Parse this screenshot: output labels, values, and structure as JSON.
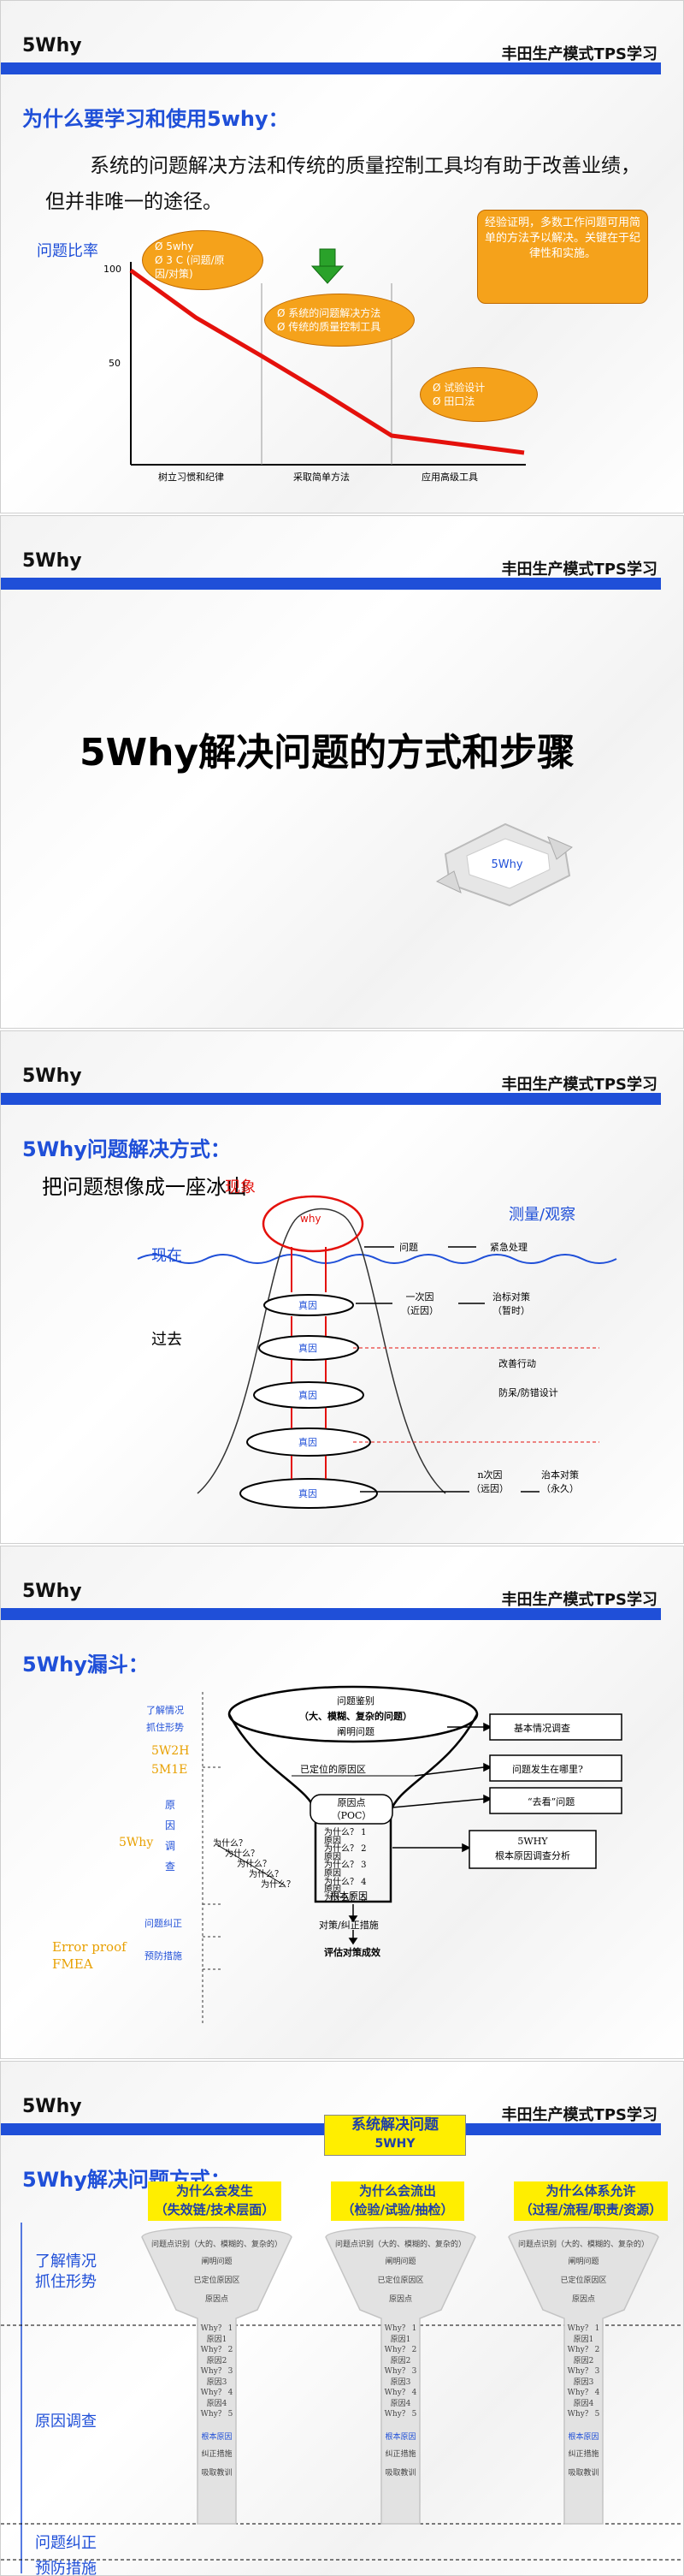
{
  "brand": "5Why",
  "page_title": "丰田生产模式TPS学习",
  "slide1": {
    "heading": "为什么要学习和使用5why：",
    "body": "系统的问题解决方法和传统的质量控制工具均有助于改善业绩，但并非唯一的途径。",
    "ylabel": "问题比率",
    "y100": "100",
    "y50": "50",
    "oval1": [
      "Ø 5why",
      "Ø 3 C (问题/原",
      "因/对策)"
    ],
    "oval2": [
      "Ø 系统的问题解决方法",
      "Ø 传统的质量控制工具"
    ],
    "oval3": [
      "Ø 试验设计",
      "Ø 田口法"
    ],
    "note": "经验证明，多数工作问题可用简单的方法予以解决。关键在于纪律性和实施。",
    "x_labels": [
      "树立习惯和纪律",
      "采取简单方法",
      "应用高级工具"
    ],
    "colors": {
      "curve": "#e4110c",
      "accent": "#f5a21b",
      "arrow": "#2aa22a"
    }
  },
  "slide2": {
    "title": "5Why解决问题的方式和步骤",
    "cycle_label": "5Why"
  },
  "slide3": {
    "heading": "5Why问题解决方式：",
    "subheading": "把问题想像成一座冰山",
    "observe": "现象",
    "measure": "测量/观察",
    "now": "现在",
    "past": "过去",
    "why": "why",
    "cause": "真因",
    "problem": "问题",
    "emergency": "紧急处理",
    "primary": "一次因",
    "primary2": "（近因）",
    "fix_temp": "治标对策",
    "fix_temp2": "（暂时）",
    "improve": "改善行动",
    "prevent": "防呆/防错设计",
    "ncause": "n次因",
    "ncause2": "（远因）",
    "fix_perm": "治本对策",
    "fix_perm2": "（永久）"
  },
  "slide4": {
    "heading": "5Why漏斗：",
    "left_labels": [
      "了解情况",
      "抓住形势"
    ],
    "left_5w": [
      "5W2H",
      "5M1E"
    ],
    "reason_label": [
      "原",
      "因",
      "调",
      "查"
    ],
    "fivewhy": "5Why",
    "correct": "问题纠正",
    "prevent": "预防措施",
    "error_proof": [
      "Error proof",
      "FMEA"
    ],
    "funnel_top": [
      "问题鉴别",
      "（大、模糊、复杂的问题）",
      "阐明问题"
    ],
    "located": "已定位的原因区",
    "poc": [
      "原因点",
      "（POC）"
    ],
    "whys": [
      "为什么？ 1",
      "原因",
      "为什么？ 2",
      "原因",
      "为什么？ 3",
      "原因",
      "为什么？ 4",
      "原因",
      "为什么？ 5"
    ],
    "left_whys": [
      "为什么？",
      "为什么？",
      "为什么？",
      "为什么？",
      "为什么？"
    ],
    "root": "根本原因",
    "measures": "对策/纠正措施",
    "evaluate": "评估对策成效",
    "box_basic": "基本情况调查",
    "box_where": "问题发生在哪里?",
    "box_go": "“去看”问题",
    "box_root": [
      "5WHY",
      "根本原因调查分析"
    ]
  },
  "slide5": {
    "banner": [
      "系统解决问题",
      "5WHY"
    ],
    "heading": "5Why解决问题方式：",
    "columns": [
      [
        "为什么会发生",
        "（失效链/技术层面）"
      ],
      [
        "为什么会流出",
        "（检验/试验/抽检）"
      ],
      [
        "为什么体系允许",
        "（过程/流程/职责/资源）"
      ]
    ],
    "row_labels": [
      "了解情况",
      "抓住形势",
      "原因调查",
      "问题纠正",
      "预防措施"
    ],
    "funnel_text": {
      "top": "问题点识别（大的、模糊的、复杂的）",
      "clarify": "阐明问题",
      "area": "已定位原因区",
      "point": "原因点",
      "whys": [
        "Why？ 1",
        "原因1",
        "Why？ 2",
        "原因2",
        "Why？ 3",
        "原因3",
        "Why？ 4",
        "原因4",
        "Why？ 5"
      ],
      "root": "根本原因",
      "measure": "纠正措施",
      "lesson": "吸取教训"
    }
  }
}
